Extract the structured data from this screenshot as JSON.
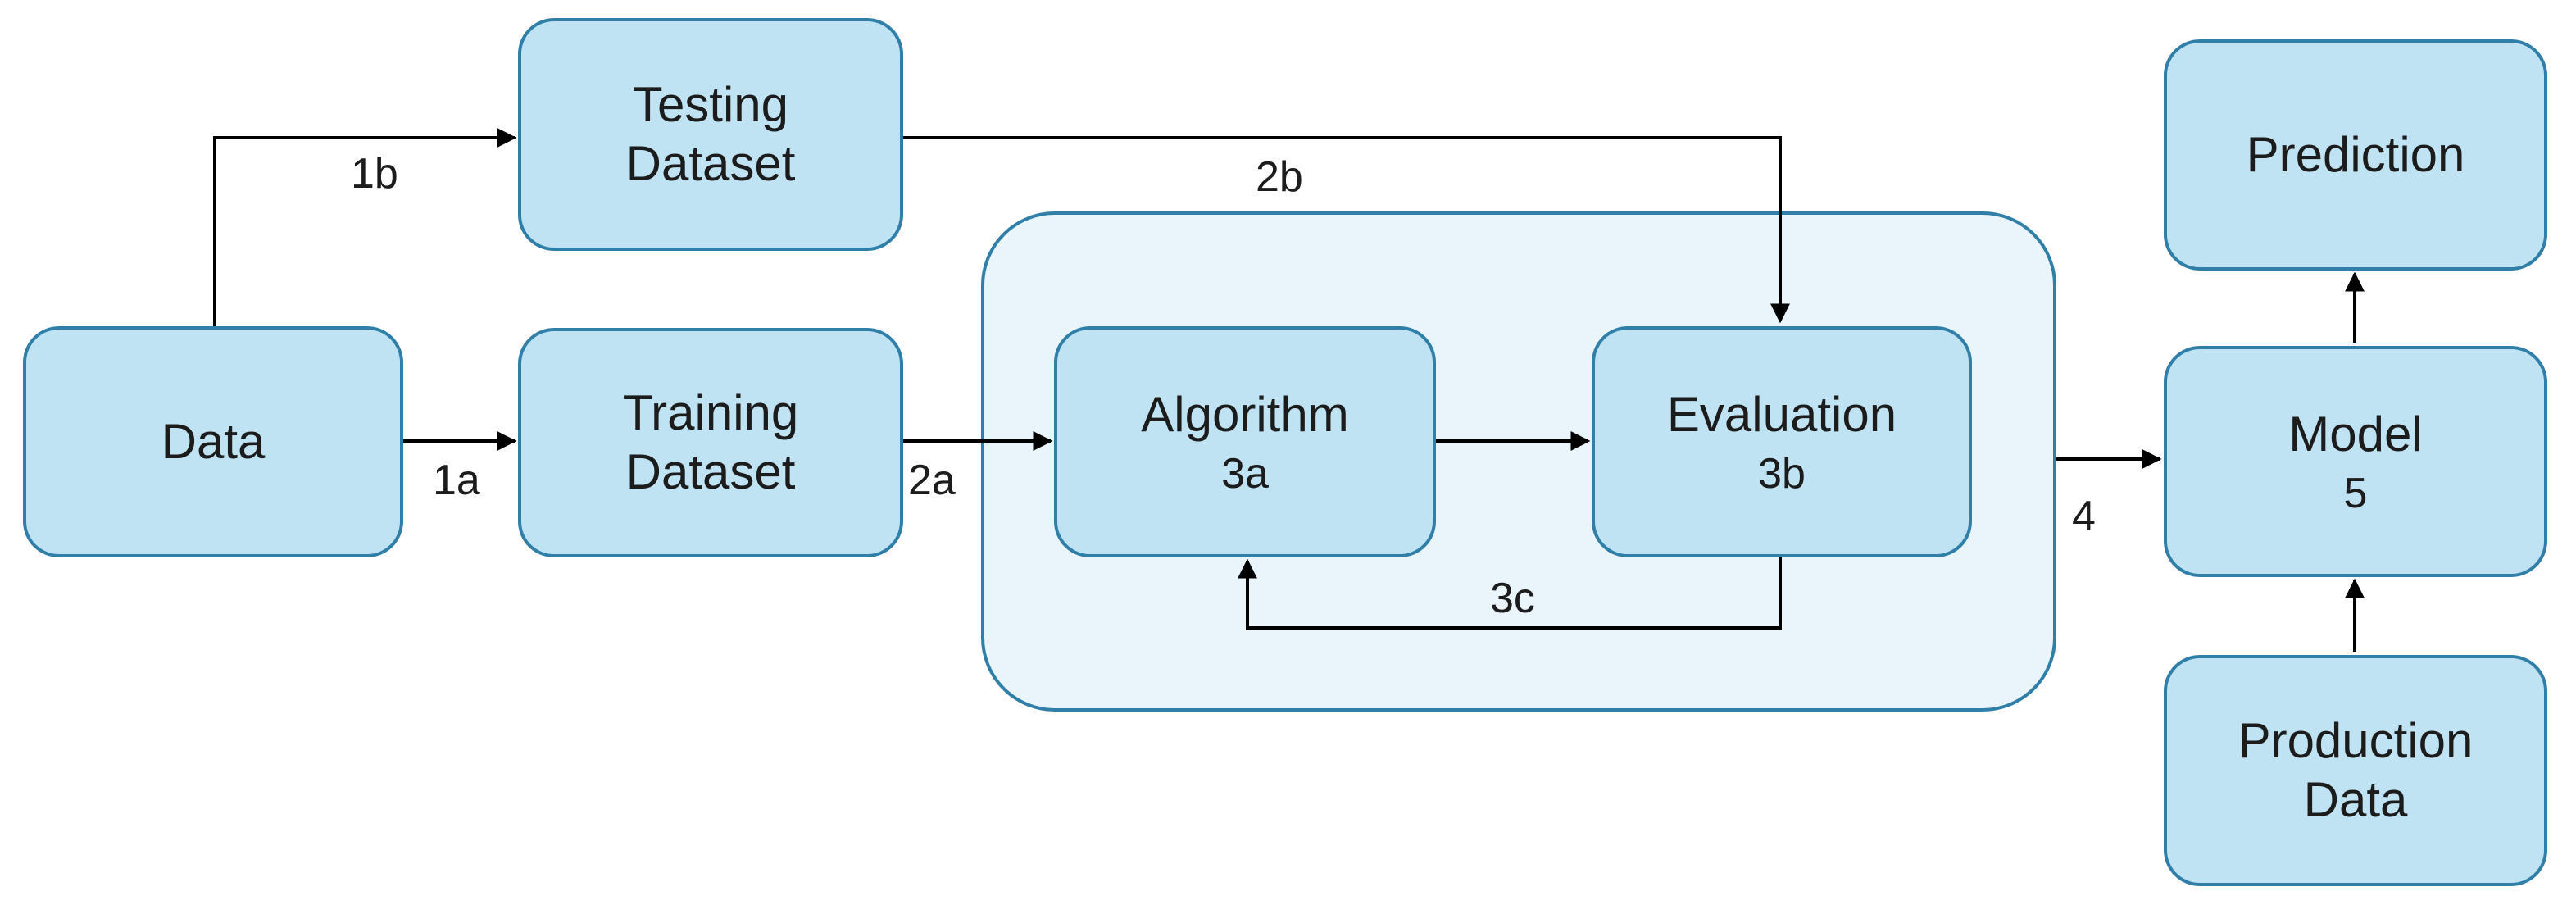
{
  "nodes": {
    "data": {
      "line1": "Data"
    },
    "testing": {
      "line1": "Testing",
      "line2": "Dataset"
    },
    "training": {
      "line1": "Training",
      "line2": "Dataset"
    },
    "algorithm": {
      "line1": "Algorithm",
      "sub": "3a"
    },
    "evaluation": {
      "line1": "Evaluation",
      "sub": "3b"
    },
    "prediction": {
      "line1": "Prediction"
    },
    "model": {
      "line1": "Model",
      "sub": "5"
    },
    "production": {
      "line1": "Production",
      "line2": "Data"
    }
  },
  "edges": {
    "e1a": "1a",
    "e1b": "1b",
    "e2a": "2a",
    "e2b": "2b",
    "e3c": "3c",
    "e4": "4"
  },
  "colors": {
    "node_fill": "#bfe3f3",
    "node_border": "#2f7fa8",
    "group_fill": "#eaf4fb",
    "arrow": "#000000"
  }
}
